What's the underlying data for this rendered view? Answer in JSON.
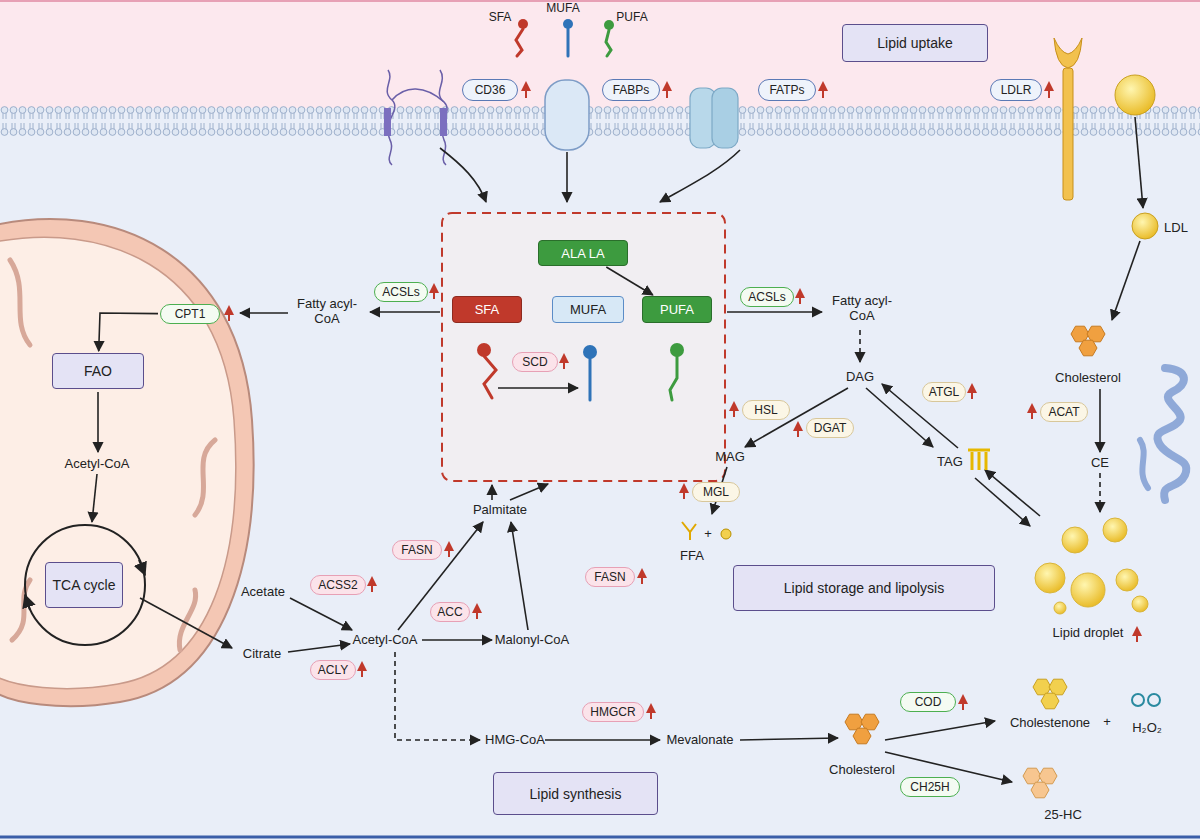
{
  "diagram": {
    "nodes": [
      {
        "text": [
          "Lipid uptake"
        ]
      },
      {
        "text": [
          "CD36"
        ]
      },
      {
        "text": [
          "FABPs"
        ]
      },
      {
        "text": [
          "FATPs"
        ]
      },
      {
        "text": [
          "LDLR"
        ]
      },
      {
        "text": [
          "ALA LA"
        ]
      },
      {
        "text": [
          "SFA"
        ]
      },
      {
        "text": [
          "MUFA"
        ]
      },
      {
        "text": [
          "PUFA"
        ]
      },
      {
        "text": [
          "SCD"
        ]
      },
      {
        "text": [
          "ACSLs"
        ]
      },
      {
        "text": [
          "CPT1"
        ]
      },
      {
        "text": [
          "FAO"
        ]
      },
      {
        "text": [
          "TCA cycle"
        ]
      },
      {
        "text": [
          "ACSLs"
        ]
      },
      {
        "text": [
          "ATGL"
        ]
      },
      {
        "text": [
          "HSL"
        ]
      },
      {
        "text": [
          "DGAT"
        ]
      },
      {
        "text": [
          "MGL"
        ]
      },
      {
        "text": [
          "Lipid storage and lipolysis"
        ]
      },
      {
        "text": [
          "ACAT"
        ]
      },
      {
        "text": [
          "FASN"
        ]
      },
      {
        "text": [
          "ACSS2"
        ]
      },
      {
        "text": [
          "ACC"
        ]
      },
      {
        "text": [
          "FASN"
        ]
      },
      {
        "text": [
          "ACLY"
        ]
      },
      {
        "text": [
          "HMGCR"
        ]
      },
      {
        "text": [
          "COD"
        ]
      },
      {
        "text": [
          "CH25H"
        ]
      },
      {
        "text": [
          "Lipid synthesis"
        ]
      }
    ],
    "edges": [
      {
        "from": 5,
        "to": 8,
        "arrow": "to"
      },
      {
        "from": 11,
        "to": 12,
        "arrow": "to"
      }
    ],
    "labels": [
      "SFA",
      "MUFA",
      "PUFA",
      "Fatty acyl-CoA",
      "Acetyl-CoA",
      "Fatty acyl-CoA",
      "DAG",
      "MAG",
      "TAG",
      "FFA",
      "+",
      "LDL",
      "Cholesterol",
      "CE",
      "Lipid droplet",
      "Palmitate",
      "Acetate",
      "Citrate",
      "Acetyl-CoA",
      "Malonyl-CoA",
      "HMG-CoA",
      "Mevalonate",
      "Cholesterol",
      "Cholestenone",
      "+",
      "H₂O₂",
      "25-HC"
    ]
  }
}
